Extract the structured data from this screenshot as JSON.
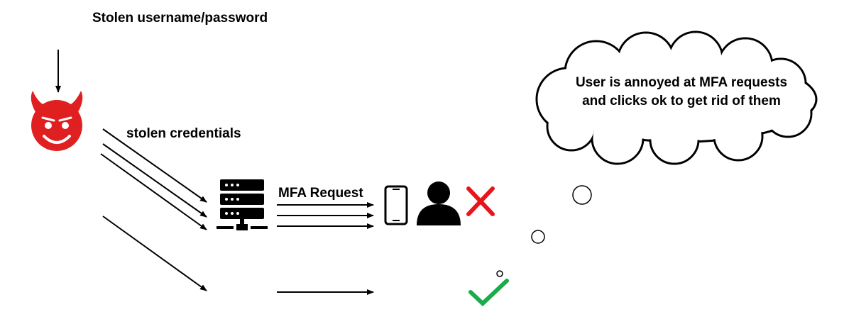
{
  "labels": {
    "title": "Stolen username/password",
    "stolen_credentials": "stolen credentials",
    "mfa_request": "MFA Request",
    "thought_line1": "User is annoyed at MFA requests",
    "thought_line2": "and clicks ok to get rid of them"
  },
  "icons": {
    "attacker": "devil-face-icon",
    "server": "server-icon",
    "phone": "smartphone-icon",
    "user": "user-icon",
    "denied": "red-x-icon",
    "approved": "green-check-icon"
  },
  "colors": {
    "attacker": "#e02020",
    "denied": "#e8141b",
    "approved": "#1aab4b",
    "ink": "#000000"
  }
}
